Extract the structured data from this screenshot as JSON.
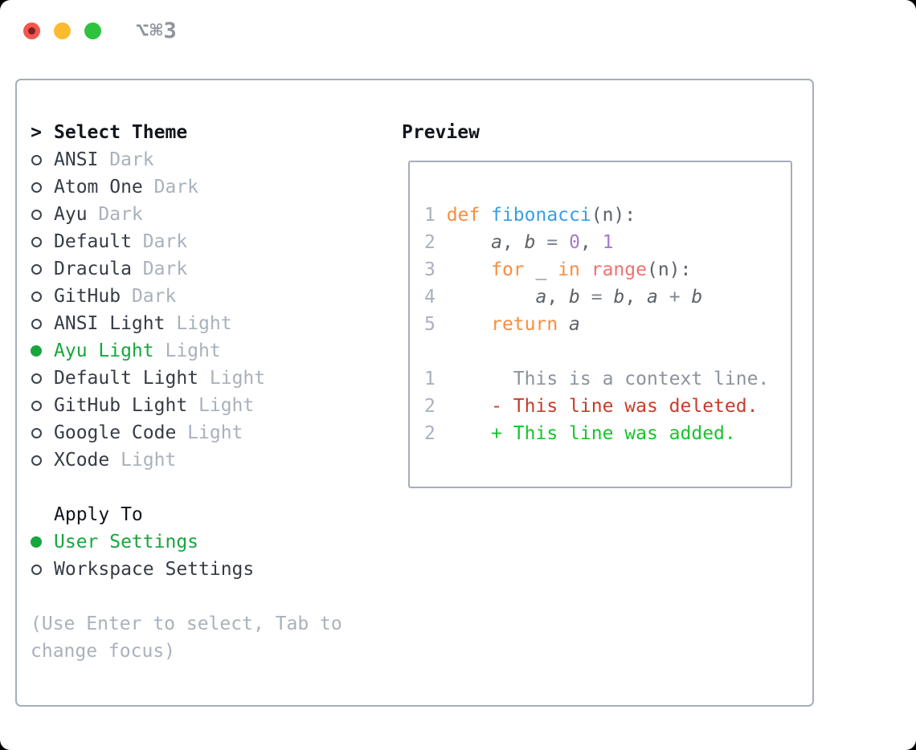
{
  "window": {
    "title": "⌥⌘3"
  },
  "theme_panel": {
    "prompt": ">",
    "title": "Select Theme",
    "themes": [
      {
        "name": "ANSI",
        "tag": "Dark",
        "selected": false
      },
      {
        "name": "Atom One",
        "tag": "Dark",
        "selected": false
      },
      {
        "name": "Ayu",
        "tag": "Dark",
        "selected": false
      },
      {
        "name": "Default",
        "tag": "Dark",
        "selected": false
      },
      {
        "name": "Dracula",
        "tag": "Dark",
        "selected": false
      },
      {
        "name": "GitHub",
        "tag": "Dark",
        "selected": false
      },
      {
        "name": "ANSI Light",
        "tag": "Light",
        "selected": false
      },
      {
        "name": "Ayu Light",
        "tag": "Light",
        "selected": true
      },
      {
        "name": "Default Light",
        "tag": "Light",
        "selected": false
      },
      {
        "name": "GitHub Light",
        "tag": "Light",
        "selected": false
      },
      {
        "name": "Google Code",
        "tag": "Light",
        "selected": false
      },
      {
        "name": "XCode",
        "tag": "Light",
        "selected": false
      }
    ],
    "apply_to": {
      "title": "Apply To",
      "options": [
        {
          "name": "User Settings",
          "selected": true
        },
        {
          "name": "Workspace Settings",
          "selected": false
        }
      ]
    },
    "hint_lines": [
      "(Use Enter to select, Tab to",
      "change focus)"
    ]
  },
  "preview": {
    "title": "Preview",
    "lines": [
      [
        [
          "num",
          "1 "
        ],
        [
          "kw",
          "def "
        ],
        [
          "fn",
          "fibonacci"
        ],
        [
          "fg",
          "(n):"
        ]
      ],
      [
        [
          "num",
          "2 "
        ],
        [
          "fg",
          "    "
        ],
        [
          "var",
          "a"
        ],
        [
          "fg",
          ", "
        ],
        [
          "var",
          "b"
        ],
        [
          "op",
          " = "
        ],
        [
          "lit",
          "0"
        ],
        [
          "fg",
          ", "
        ],
        [
          "lit",
          "1"
        ]
      ],
      [
        [
          "num",
          "3 "
        ],
        [
          "fg",
          "    "
        ],
        [
          "kw",
          "for "
        ],
        [
          "fg",
          "_ "
        ],
        [
          "kw",
          "in "
        ],
        [
          "call",
          "range"
        ],
        [
          "fg",
          "(n):"
        ]
      ],
      [
        [
          "num",
          "4 "
        ],
        [
          "fg",
          "        "
        ],
        [
          "var",
          "a"
        ],
        [
          "fg",
          ", "
        ],
        [
          "var",
          "b"
        ],
        [
          "op",
          " = "
        ],
        [
          "var",
          "b"
        ],
        [
          "fg",
          ", "
        ],
        [
          "var",
          "a"
        ],
        [
          "op",
          " + "
        ],
        [
          "var",
          "b"
        ]
      ],
      [
        [
          "num",
          "5 "
        ],
        [
          "fg",
          "    "
        ],
        [
          "kw",
          "return "
        ],
        [
          "var",
          "a"
        ]
      ],
      [],
      [
        [
          "num",
          "1 "
        ],
        [
          "ctx",
          "      This is a context line."
        ]
      ],
      [
        [
          "num",
          "2 "
        ],
        [
          "del",
          "    - This line was deleted."
        ]
      ],
      [
        [
          "num",
          "2 "
        ],
        [
          "add",
          "    + This line was added."
        ]
      ]
    ]
  },
  "colors": {
    "pageBg": "#000000",
    "windowBg": "#ffffff",
    "tlRed": "#f4564f",
    "tlRedDot": "#7b221c",
    "tlYellow": "#fcbb2f",
    "tlGreen": "#2fc23e",
    "titleGray": "#8f949b",
    "border": "#a6aeb9",
    "black": "#12161c",
    "dark": "#363c46",
    "muted": "#a9b1bc",
    "circle": "#3d434d",
    "green": "#17a63d",
    "codefg": "#5c6166",
    "kw": "#fa8d3e",
    "fn": "#399ee6",
    "call": "#f07171",
    "lit": "#a37acc",
    "op": "#7f8791",
    "ctx": "#8c939e",
    "del": "#c83c28",
    "add": "#17c42b"
  }
}
